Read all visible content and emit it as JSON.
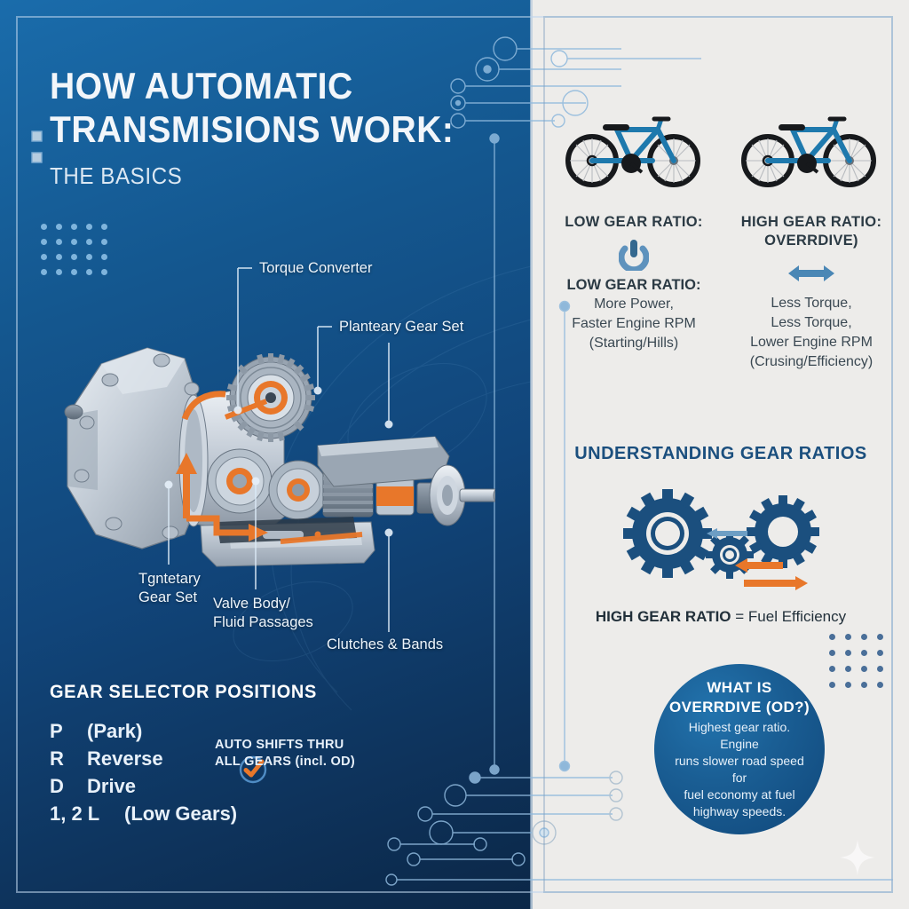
{
  "colors": {
    "panel_left_top": "#1a6cab",
    "panel_left_bottom": "#0b2747",
    "panel_right": "#edecea",
    "accent_orange": "#e8772a",
    "accent_blue": "#1b5c94",
    "text_light": "#eef5fb",
    "text_dark": "#2b3a44"
  },
  "header": {
    "title_line1": "HOW AUTOMATIC",
    "title_line2": "TRANSMISIONS WORK:",
    "subtitle": "THE BASICS"
  },
  "diagram": {
    "image_name": "automatic-transmission-cutaway",
    "callouts": [
      {
        "id": "torque_converter",
        "label": "Torque Converter"
      },
      {
        "id": "planetary_gear_set",
        "label": "Planteary Gear Set"
      },
      {
        "id": "tgntetary_gear_set",
        "label": "Tgntetary\nGear Set"
      },
      {
        "id": "valve_body",
        "label": "Valve Body/\nFluid Passages"
      },
      {
        "id": "clutches_bands",
        "label": "Clutches & Bands"
      }
    ]
  },
  "gear_selector": {
    "title": "GEAR SELECTOR POSITIONS",
    "rows": [
      {
        "key": "P",
        "value": "(Park)"
      },
      {
        "key": "R",
        "value": "Reverse"
      },
      {
        "key": "D",
        "value": "Drive"
      },
      {
        "key": "1, 2 L",
        "value": "(Low Gears)"
      }
    ],
    "note": "AUTO SHIFTS THRU\nALL GEARS (incl. OD)",
    "badge_icon": "check-circle-icon"
  },
  "gear_ratio_compare": {
    "columns": [
      {
        "id": "low",
        "heading": "LOW GEAR RATIO:",
        "icon": "power-button-icon",
        "subheading": "LOW GEAR RATIO:",
        "body": "More Power,\nFaster Engine RPM\n(Starting/Hills)",
        "bike_icon": "bicycle-icon"
      },
      {
        "id": "high",
        "heading": "HIGH GEAR RATIO:\nOVERRDIVE)",
        "icon": "double-arrow-icon",
        "subheading": "",
        "body": "Less Torque,\nLess Torque,\nLower Engine RPM\n(Crusing/Efficiency)",
        "bike_icon": "bicycle-icon"
      }
    ]
  },
  "gear_ratios_section": {
    "title": "UNDERSTANDING GEAR RATIOS",
    "caption_bold": "HIGH GEAR RATIO",
    "caption_rest": " = Fuel Efficiency",
    "icon": "three-gears-icon"
  },
  "overdrive_badge": {
    "title": "WHAT IS\nOVERRDIVE (OD?)",
    "body": "Highest gear ratio. Engine\nruns slower road speed for\nfuel economy at fuel\nhighway speeds."
  },
  "decorations": {
    "dot_grid_left": {
      "cols": 5,
      "rows": 4
    },
    "dot_grid_right": {
      "cols": 4,
      "rows": 4
    },
    "sparkle": "sparkle-icon"
  }
}
